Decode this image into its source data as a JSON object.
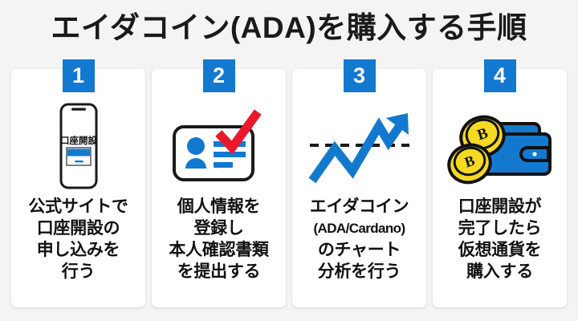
{
  "page": {
    "title": "エイダコイン(ADA)を購入する手順",
    "background_color": "#f4f4f4",
    "accent_color": "#1279cf",
    "card_color": "#ffffff",
    "text_color": "#111111",
    "check_color": "#e8192c",
    "coin_color": "#f5d922"
  },
  "steps": [
    {
      "number": "1",
      "icon": "smartphone-account-open-icon",
      "icon_screen_label": "口座開設",
      "caption_lines": [
        {
          "text": "公式サイトで",
          "size": "normal"
        },
        {
          "text": "口座開設の",
          "size": "normal"
        },
        {
          "text": "申し込みを",
          "size": "normal"
        },
        {
          "text": "行う",
          "size": "normal"
        }
      ]
    },
    {
      "number": "2",
      "icon": "id-card-verified-icon",
      "icon_screen_label": "",
      "caption_lines": [
        {
          "text": "個人情報を",
          "size": "normal"
        },
        {
          "text": "登録し",
          "size": "normal"
        },
        {
          "text": "本人確認書類",
          "size": "normal"
        },
        {
          "text": "を提出する",
          "size": "normal"
        }
      ]
    },
    {
      "number": "3",
      "icon": "rising-chart-arrow-icon",
      "icon_screen_label": "",
      "caption_lines": [
        {
          "text": "エイダコイン",
          "size": "normal"
        },
        {
          "text": "(ADA/Cardano)",
          "size": "small"
        },
        {
          "text": "のチャート",
          "size": "normal"
        },
        {
          "text": "分析を行う",
          "size": "normal"
        }
      ]
    },
    {
      "number": "4",
      "icon": "wallet-coins-icon",
      "icon_screen_label": "",
      "caption_lines": [
        {
          "text": "口座開設が",
          "size": "normal"
        },
        {
          "text": "完了したら",
          "size": "normal"
        },
        {
          "text": "仮想通貨を",
          "size": "normal"
        },
        {
          "text": "購入する",
          "size": "normal"
        }
      ]
    }
  ]
}
